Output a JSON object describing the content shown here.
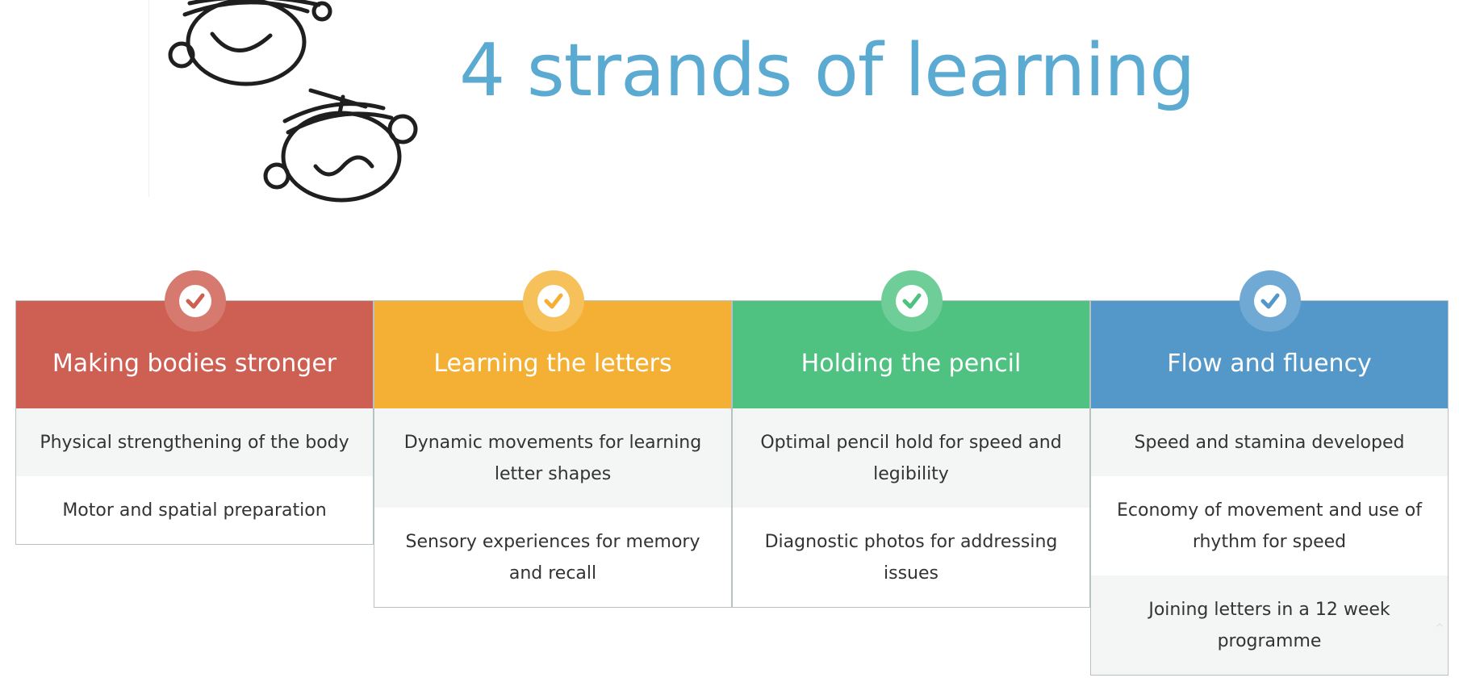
{
  "banner": {
    "headline": "4 strands of learning"
  },
  "columns": [
    {
      "title": "Making bodies stronger",
      "color": "#cd5f53",
      "badge_color": "#d67a70",
      "icon": "check-icon",
      "items": [
        "Physical strengthening of the body",
        "Motor and spatial preparation"
      ]
    },
    {
      "title": "Learning the letters",
      "color": "#f4b035",
      "badge_color": "#f6c15b",
      "icon": "check-icon",
      "items": [
        "Dynamic movements for learning letter shapes",
        "Sensory experiences for memory and recall"
      ]
    },
    {
      "title": "Holding the pencil",
      "color": "#4fc181",
      "badge_color": "#6fcd97",
      "icon": "check-icon",
      "items": [
        "Optimal pencil hold for speed and legibility",
        "Diagnostic photos for addressing issues"
      ]
    },
    {
      "title": "Flow and fluency",
      "color": "#5498c9",
      "badge_color": "#70a9d3",
      "icon": "check-icon",
      "items": [
        "Speed and stamina developed",
        "Economy of movement and use of rhythm for speed",
        "Joining letters in a 12 week programme"
      ]
    }
  ],
  "scroll_top": {
    "icon": "chevron-up-icon",
    "glyph": "^"
  }
}
